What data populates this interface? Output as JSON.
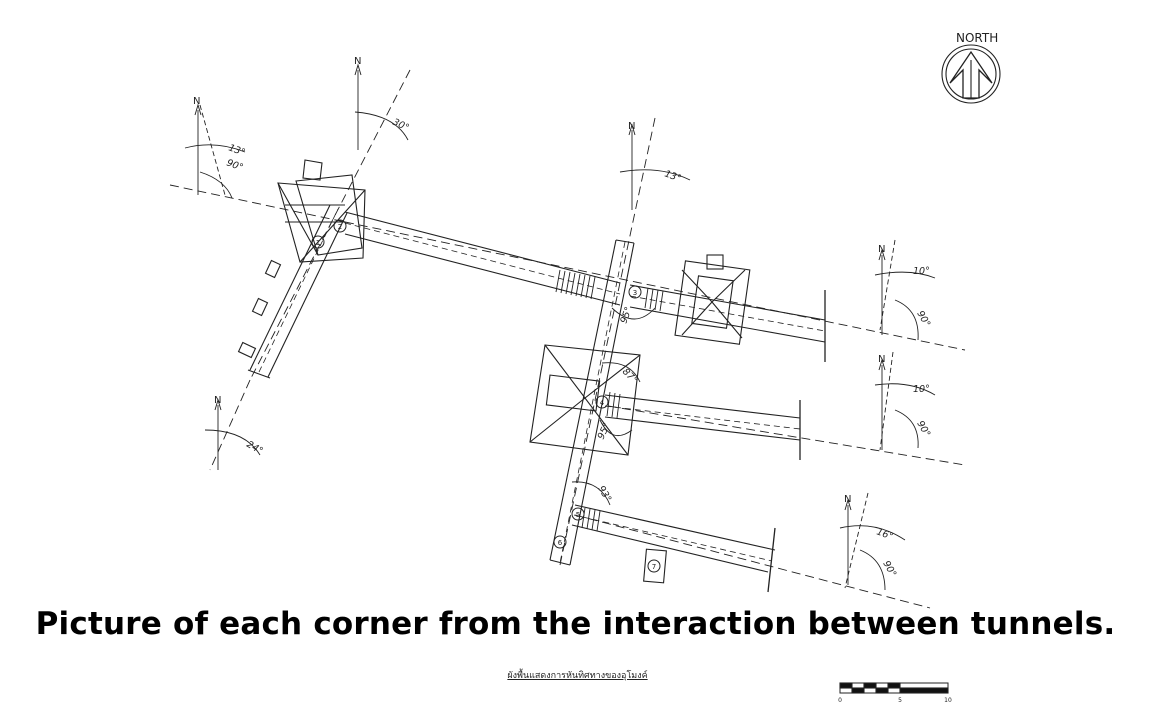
{
  "north_label": "NORTH",
  "angle_markers": [
    {
      "n": "N",
      "angles": [
        "13°",
        "90°"
      ]
    },
    {
      "n": "N",
      "angles": [
        "30°"
      ]
    },
    {
      "n": "N",
      "angles": [
        "13°"
      ]
    },
    {
      "n": "N",
      "angles": [
        "24°"
      ]
    },
    {
      "n": "N",
      "angles": [
        "10°",
        "90°"
      ]
    },
    {
      "n": "N",
      "angles": [
        "10°",
        "90°"
      ]
    },
    {
      "n": "N",
      "angles": [
        "16°",
        "90°"
      ]
    }
  ],
  "junction_angles": [
    "95°",
    "87°",
    "95°",
    "93°"
  ],
  "station_numbers": [
    "1",
    "2",
    "3",
    "4",
    "5",
    "6",
    "7"
  ],
  "caption": "Picture of each corner from the interaction between tunnels.",
  "sheet_title": "ผังพื้นแสดงการหันทิศทางของอุโมงค์",
  "scale_bar": {
    "ticks": [
      "0",
      "5",
      "10"
    ]
  }
}
